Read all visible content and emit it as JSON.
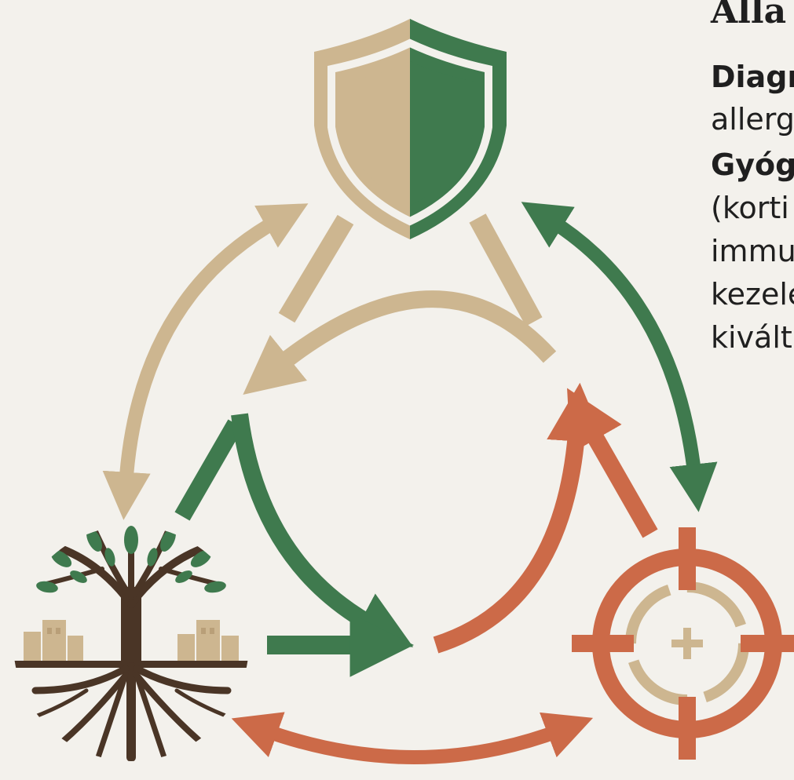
{
  "heading": "Álla",
  "lines": [
    {
      "text": "Diagn",
      "bold": true
    },
    {
      "text": "allerg",
      "bold": false
    },
    {
      "text": "Gyóg",
      "bold": true
    },
    {
      "text": "(korti",
      "bold": false
    },
    {
      "text": "immu",
      "bold": false
    },
    {
      "text": "kezelé",
      "bold": false
    },
    {
      "text": "kivált",
      "bold": false
    }
  ],
  "icons": {
    "top": "shield-icon",
    "left": "tree-with-roots-icon",
    "right": "crosshair-target-icon"
  },
  "colors": {
    "background": "#f3f1ec",
    "tan": "#cdb690",
    "green": "#3f7a4e",
    "orange": "#cc6a48",
    "brown": "#4a3526"
  }
}
